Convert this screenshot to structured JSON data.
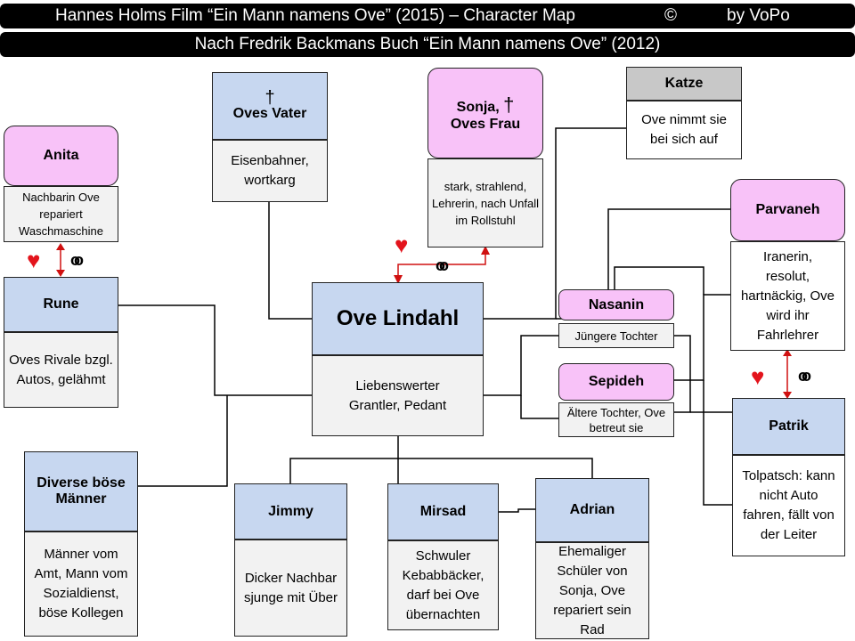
{
  "banner": {
    "title": "Hannes Holms Film “Ein Mann namens Ove” (2015) – Character Map",
    "copyright": "©",
    "author": "by VoPo",
    "subtitle": "Nach Fredrik Backmans Buch “Ein Mann namens Ove” (2012)"
  },
  "symbols": {
    "heart": "♥",
    "rings": "oo",
    "dagger": "†"
  },
  "characters": {
    "ove": {
      "name": "Ove Lindahl",
      "desc": "Liebenswerter Grantler, Pedant"
    },
    "vater": {
      "name": "Oves Vater",
      "desc": "Eisenbahner, wortkarg"
    },
    "sonja": {
      "name": "Sonja,",
      "name2": "Oves Frau",
      "desc": "stark, strahlend, Lehrerin, nach Unfall im Rollstuhl"
    },
    "katze": {
      "name": "Katze",
      "desc": "Ove nimmt sie bei sich auf"
    },
    "anita": {
      "name": "Anita",
      "desc": "Nachbarin Ove repariert Waschmaschine"
    },
    "rune": {
      "name": "Rune",
      "desc": "Oves Rivale bzgl. Autos, gelähmt"
    },
    "parvaneh": {
      "name": "Parvaneh",
      "desc": "Iranerin, resolut, hartnäckig, Ove wird ihr Fahrlehrer"
    },
    "nasanin": {
      "name": "Nasanin",
      "desc": "Jüngere Tochter"
    },
    "sepideh": {
      "name": "Sepideh",
      "desc": "Ältere Tochter, Ove betreut  sie"
    },
    "patrik": {
      "name": "Patrik",
      "desc": "Tolpatsch: kann nicht Auto fahren, fällt von der Leiter"
    },
    "maenner": {
      "name": "Diverse böse Männer",
      "desc": "Männer vom Amt, Mann vom Sozialdienst, böse Kollegen"
    },
    "jimmy": {
      "name": "Jimmy",
      "desc": "Dicker Nachbarsjunge mit Über"
    },
    "mirsad": {
      "name": "Mirsad",
      "desc": "Schwuler Kebabbäcker, darf bei Ove übernachten"
    },
    "adrian": {
      "name": "Adrian",
      "desc": "Ehemaliger Schüler von Sonja, Ove repariert sein Rad"
    }
  }
}
